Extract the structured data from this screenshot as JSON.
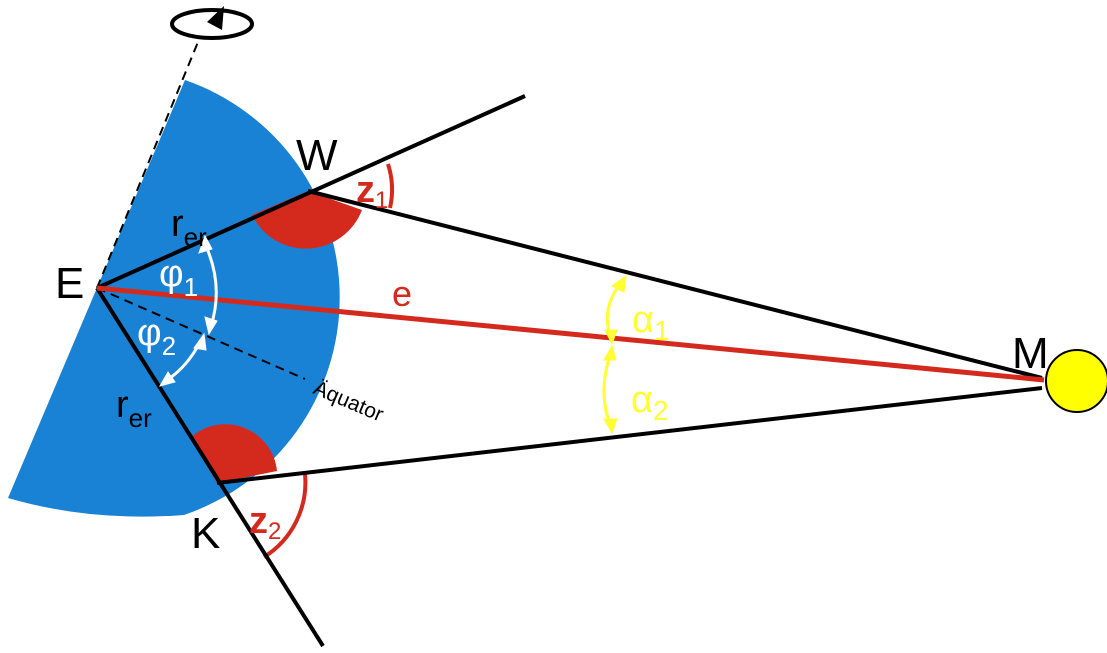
{
  "diagram": {
    "labels": {
      "earth_center": "E",
      "point_w": "W",
      "point_k": "K",
      "moon": "M",
      "distance": "e",
      "radius_symbol": "r",
      "radius_subscript": "er",
      "zenith_symbol": "z",
      "zenith_1_sub": "1",
      "zenith_2_sub": "2",
      "latitude_symbol": "φ",
      "latitude_1_sub": "1",
      "latitude_2_sub": "2",
      "parallax_symbol": "α",
      "parallax_1_sub": "1",
      "parallax_2_sub": "2",
      "equator": "Äquator"
    },
    "colors": {
      "earth": "#1a82d4",
      "zenith_angle": "#d42a1e",
      "moon": "#ffff00",
      "parallax_arrows": "#ffff33",
      "latitude_arrows": "#ffffff",
      "lines": "#000000"
    }
  }
}
